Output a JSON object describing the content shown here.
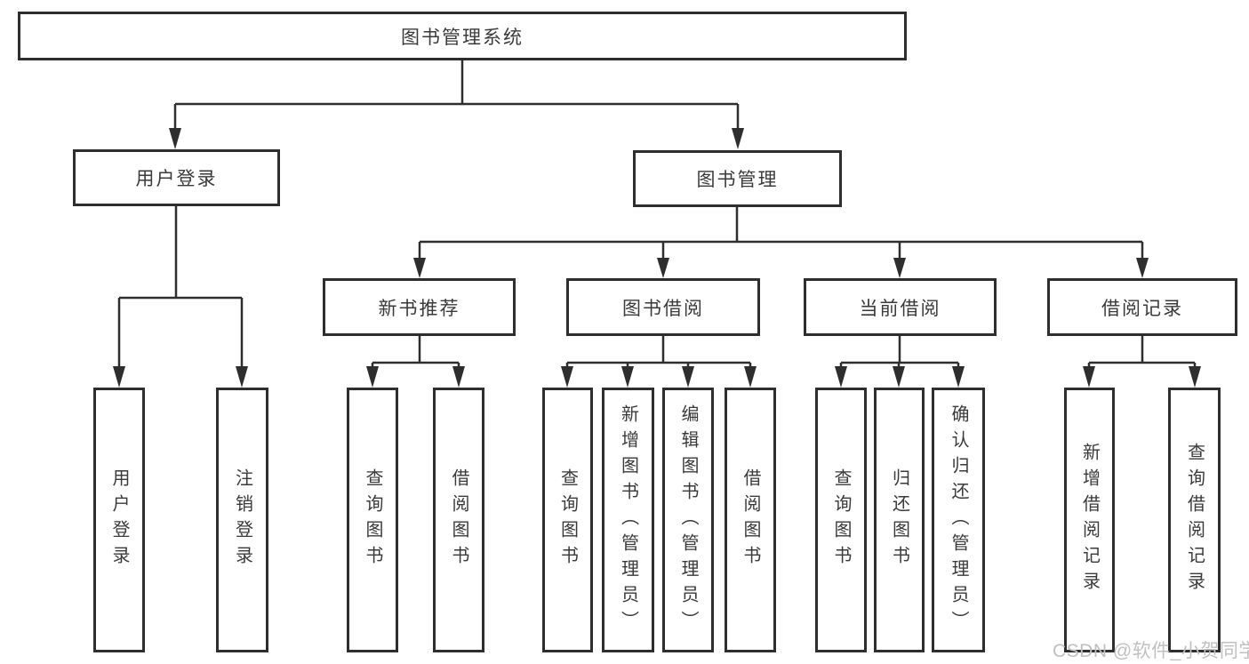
{
  "diagram": {
    "type": "hierarchy-tree",
    "tree": {
      "label": "图书管理系统",
      "children": [
        {
          "label": "用户登录",
          "children": [
            {
              "label": "用户登录"
            },
            {
              "label": "注销登录"
            }
          ]
        },
        {
          "label": "图书管理",
          "children": [
            {
              "label": "新书推荐",
              "children": [
                {
                  "label": "查询图书"
                },
                {
                  "label": "借阅图书"
                }
              ]
            },
            {
              "label": "图书借阅",
              "children": [
                {
                  "label": "查询图书"
                },
                {
                  "label": "新增图书（管理员）"
                },
                {
                  "label": "编辑图书（管理员）"
                },
                {
                  "label": "借阅图书"
                }
              ]
            },
            {
              "label": "当前借阅",
              "children": [
                {
                  "label": "查询图书"
                },
                {
                  "label": "归还图书"
                },
                {
                  "label": "确认归还（管理员）"
                }
              ]
            },
            {
              "label": "借阅记录",
              "children": [
                {
                  "label": "新增借阅记录"
                },
                {
                  "label": "查询借阅记录"
                }
              ]
            }
          ]
        }
      ]
    },
    "watermark": "CSDN @软件_小贺同学",
    "colors": {
      "line": "#2e2e2e",
      "text": "#3a3a3a",
      "watermark": "#c0c0c0",
      "background": "#ffffff"
    }
  }
}
